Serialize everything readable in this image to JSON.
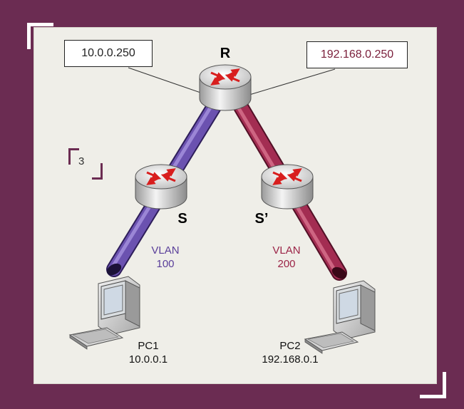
{
  "diagram": {
    "figure_number": "3",
    "router_main": {
      "label": "R"
    },
    "switch_left": {
      "label": "S"
    },
    "switch_right": {
      "label": "S’"
    },
    "ip_left": "10.0.0.250",
    "ip_right": "192.168.0.250",
    "vlan_left": {
      "name": "VLAN",
      "id": "100"
    },
    "vlan_right": {
      "name": "VLAN",
      "id": "200"
    },
    "pc1": {
      "name": "PC1",
      "ip": "10.0.0.1"
    },
    "pc2": {
      "name": "PC2",
      "ip": "192.168.0.1"
    },
    "colors": {
      "frame": "#6b2c52",
      "vlan_left": "#5a3f9a",
      "vlan_right": "#9b2447",
      "ip_right_text": "#7a1e3a",
      "vlan_left_text": "#5a3f9a",
      "vlan_right_text": "#9b2447"
    }
  }
}
